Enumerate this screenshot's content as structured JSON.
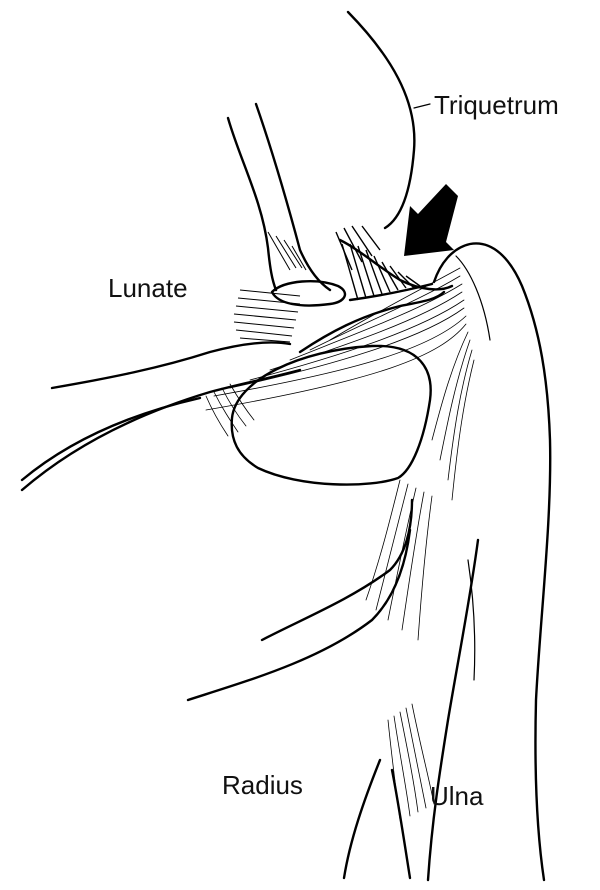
{
  "labels": {
    "triquetrum": "Triquetrum",
    "lunate": "Lunate",
    "radius": "Radius",
    "ulna": "Ulna"
  },
  "colors": {
    "ink": "#000000",
    "background": "#ffffff"
  },
  "icons": {
    "pointer": "arrow-icon"
  }
}
